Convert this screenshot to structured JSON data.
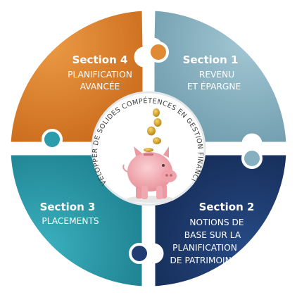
{
  "colors": {
    "section4": "#dd7f2a",
    "section1": "#8eb6c6",
    "section2": "#1e3a6c",
    "section3": "#2b9aaa",
    "center": "#ffffff",
    "pig": "#f3b2b8",
    "coin": "#d9a52a"
  },
  "center": {
    "arc_text": "DÉVELOPPER DE SOLIDES COMPÉTENCES EN GESTION FINANCIÈRE",
    "image": "piggy-bank-with-coins"
  },
  "sections": {
    "s4": {
      "title": "Section 4",
      "line1": "PLANIFICATION",
      "line2": "AVANCÉE"
    },
    "s1": {
      "title": "Section 1",
      "line1": "REVENU",
      "line2": "ET ÉPARGNE"
    },
    "s2": {
      "title": "Section 2",
      "line1": "NOTIONS DE",
      "line2": "BASE SUR LA",
      "line3": "PLANIFICATION",
      "line4": "DE PATRIMOINE"
    },
    "s3": {
      "title": "Section 3",
      "line1": "PLACEMENTS"
    }
  }
}
